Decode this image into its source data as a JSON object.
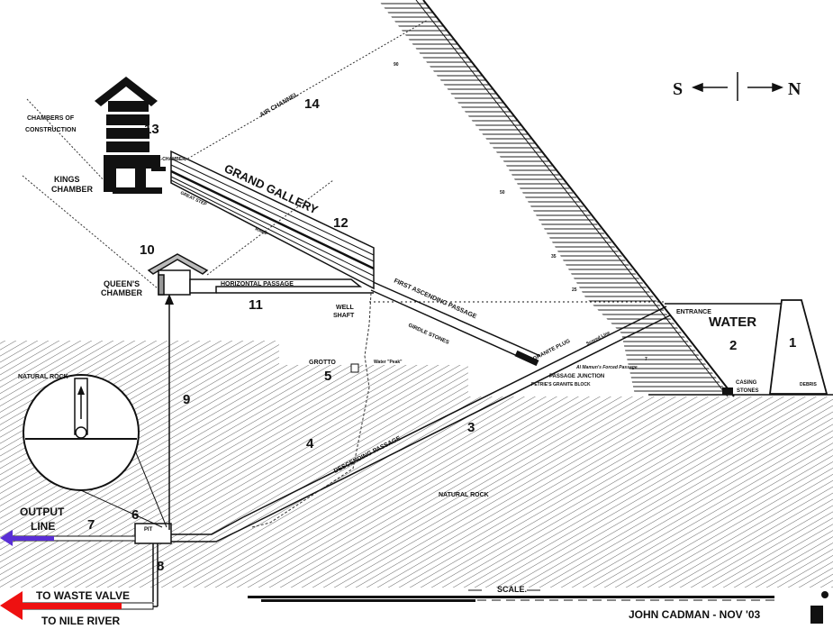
{
  "labels": {
    "air_channel": "AIR CHANNEL",
    "chambers_of_construction_1": "CHAMBERS OF",
    "chambers_of_construction_2": "CONSTRUCTION",
    "kings_chamber_1": "KINGS",
    "kings_chamber_2": "CHAMBER",
    "ante_chamber": "ANTE-CHAMBER",
    "grand_gallery": "GRAND GALLERY",
    "great_step": "GREAT STEP",
    "ramp": "RAMP",
    "queens_chamber_1": "QUEEN'S",
    "queens_chamber_2": "CHAMBER",
    "horizontal_passage": "HORIZONTAL PASSAGE",
    "well_shaft_1": "WELL",
    "well_shaft_2": "SHAFT",
    "first_ascending_passage": "FIRST ASCENDING PASSAGE",
    "girdle_stones": "GIRDLE STONES",
    "granite_plug": "GRANITE PLUG",
    "entrance": "ENTRANCE",
    "water": "WATER",
    "passage_junction": "PASSAGE JUNCTION",
    "petries_granite_block": "PETRIE'S GRANITE BLOCK",
    "al_mamuns_forced_passage": "Al Mamun's Forced Passage",
    "scored_line": "Scored Line",
    "casing_stones_1": "CASING",
    "casing_stones_2": "STONES",
    "debris": "DEBRIS",
    "grotto": "GROTTO",
    "water_peak": "Water \"Peak\"",
    "descending_passage": "DESCENDING PASSAGE",
    "natural_rock_left": "NATURAL ROCK",
    "natural_rock_center": "NATURAL ROCK",
    "pit": "PIT",
    "output_line_1": "OUTPUT",
    "output_line_2": "LINE",
    "to_waste_valve": "TO WASTE VALVE",
    "to_nile_river": "TO NILE RIVER",
    "scale": "SCALE.",
    "credit": "JOHN CADMAN - NOV '03",
    "compass_s": "S",
    "compass_n": "N",
    "course_90": "90",
    "course_50": "50",
    "course_35": "35",
    "course_25": "25",
    "course_7": "7"
  },
  "numbers": [
    "1",
    "2",
    "3",
    "4",
    "5",
    "6",
    "7",
    "8",
    "9",
    "10",
    "11",
    "12",
    "13",
    "14"
  ],
  "colors": {
    "output_arrow": "#5a2fd6",
    "waste_arrow": "#ee1111",
    "ink": "#111111"
  }
}
